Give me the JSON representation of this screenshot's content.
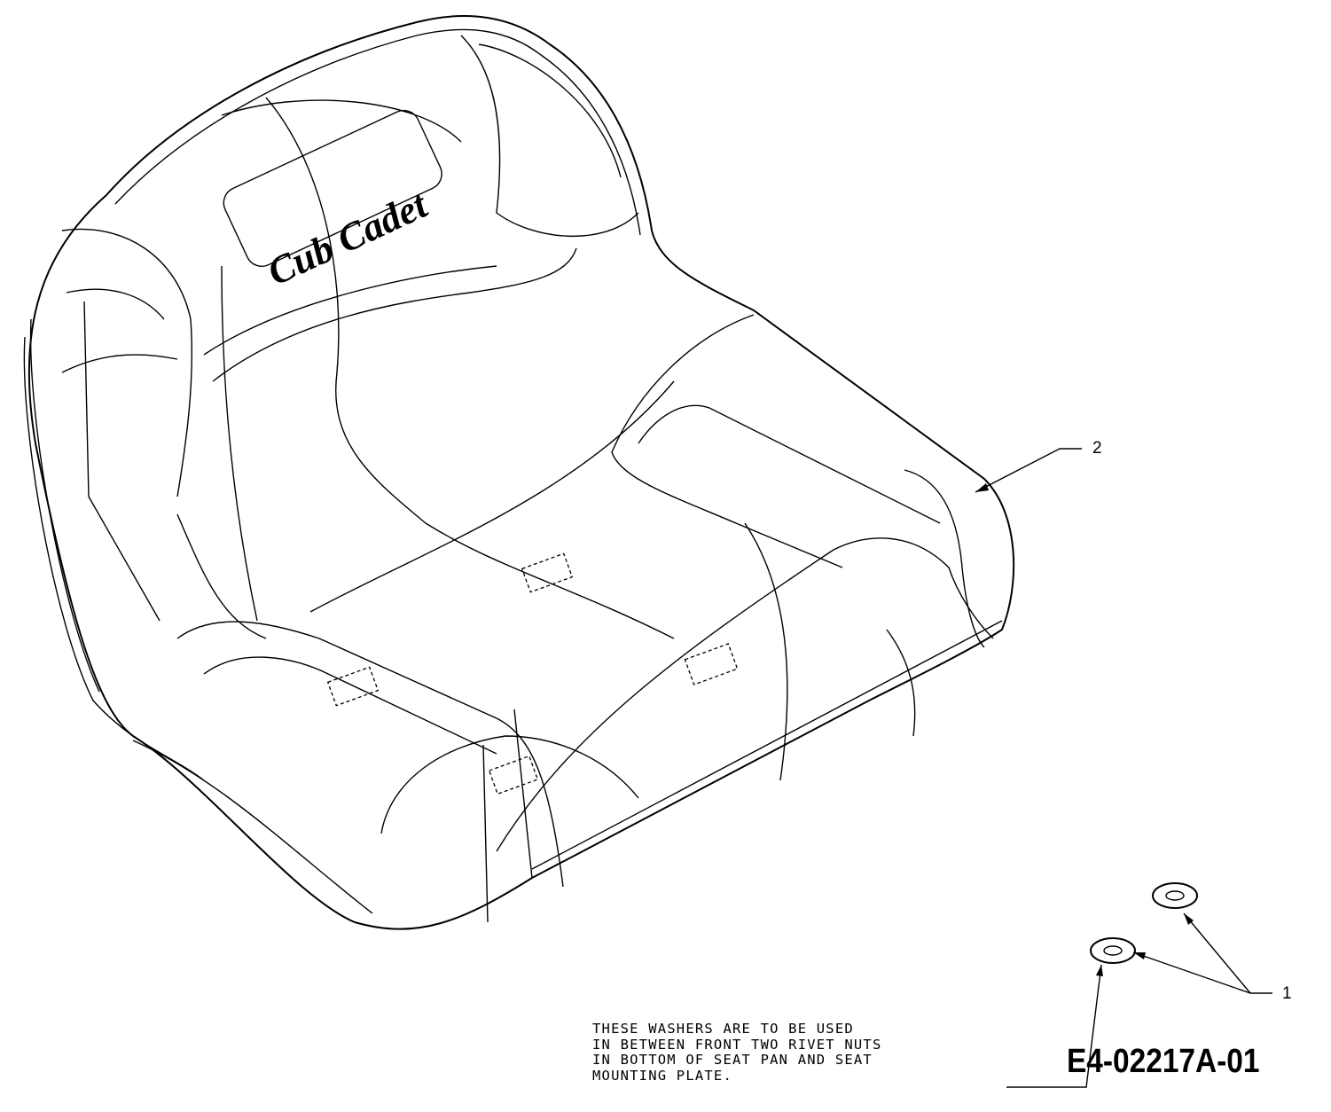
{
  "diagram": {
    "part_callouts": [
      {
        "number": "1",
        "part": "washers"
      },
      {
        "number": "2",
        "part": "seat"
      }
    ],
    "logo_text": "Cub Cadet",
    "note_lines": [
      "THESE WASHERS ARE TO BE USED",
      "IN BETWEEN FRONT TWO RIVET NUTS",
      "IN BOTTOM OF SEAT PAN AND SEAT",
      "MOUNTING PLATE."
    ],
    "drawing_number": "E4-02217A-01"
  }
}
